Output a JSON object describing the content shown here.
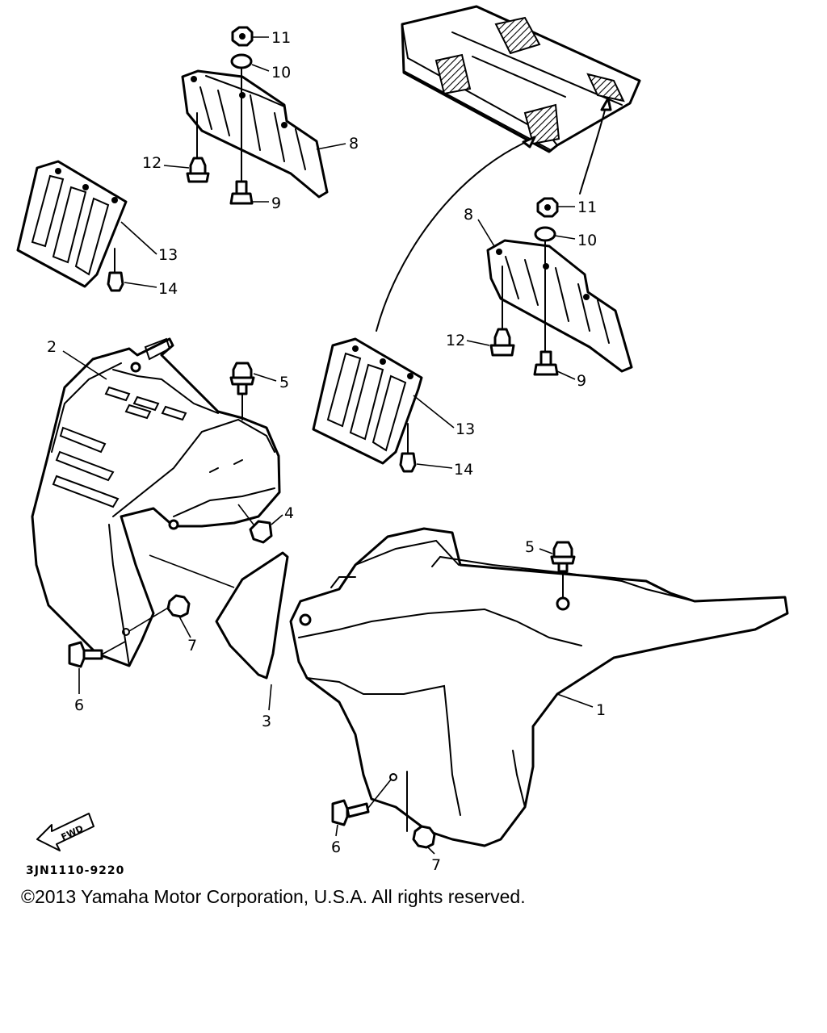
{
  "diagram": {
    "drawing_code": "3JN1110-9220",
    "fwd_label": "FWD",
    "copyright": "©2013 Yamaha Motor Corporation, U.S.A. All rights reserved.",
    "callouts": [
      "1",
      "2",
      "3",
      "4",
      "5",
      "5",
      "6",
      "6",
      "7",
      "7",
      "8",
      "8",
      "9",
      "9",
      "10",
      "10",
      "11",
      "11",
      "12",
      "12",
      "13",
      "13",
      "14",
      "14"
    ]
  }
}
